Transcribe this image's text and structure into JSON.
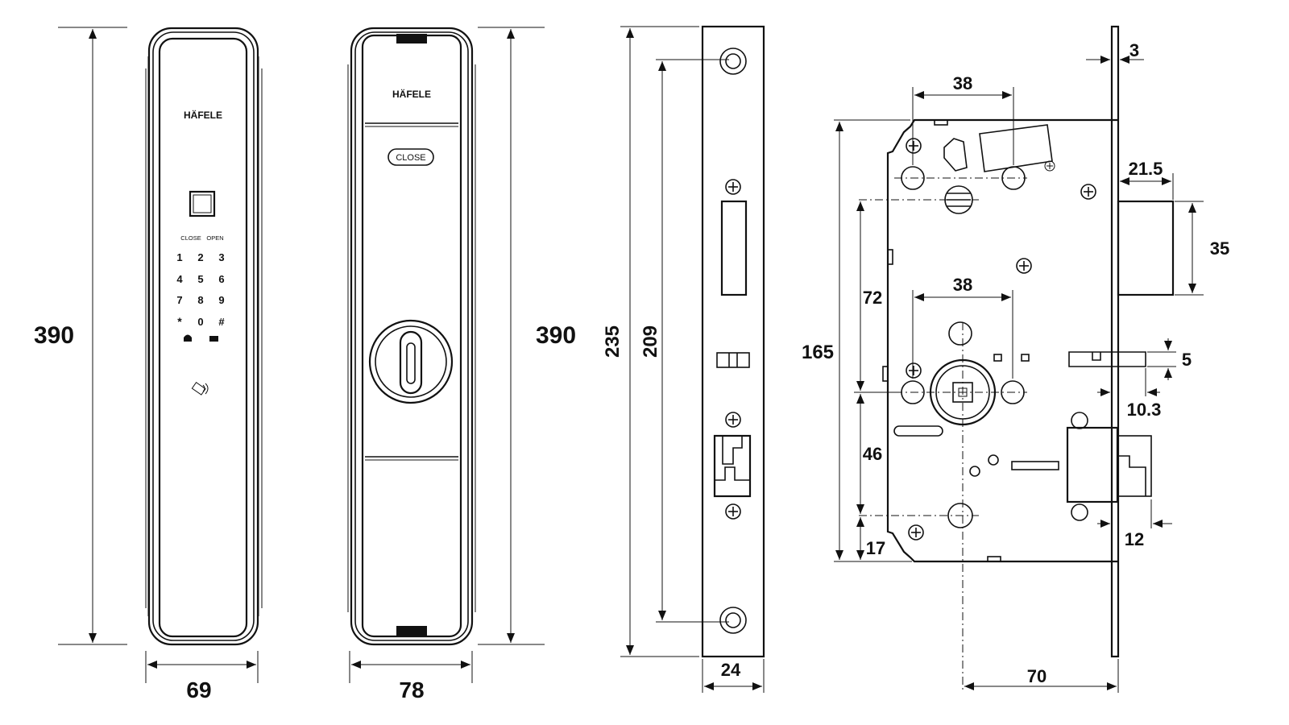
{
  "views": {
    "front": {
      "brand": "HÄFELE",
      "mode_labels": [
        "CLOSE",
        "OPEN"
      ],
      "keys": [
        "1",
        "2",
        "3",
        "4",
        "5",
        "6",
        "7",
        "8",
        "9",
        "*",
        "0",
        "#"
      ],
      "height": "390",
      "width": "69"
    },
    "back": {
      "brand": "HÄFELE",
      "button": "CLOSE",
      "height": "390",
      "width": "78"
    },
    "faceplate": {
      "length": "235",
      "hole_spacing": "209",
      "width": "24"
    },
    "mortise": {
      "dims": {
        "plate_thickness": "3",
        "top_spacing": "38",
        "bolt_projection": "21.5",
        "bolt_height": "35",
        "upper_spacing": "72",
        "mid_spacing": "38",
        "latch_slot": "5",
        "latch_offset": "10.3",
        "body_height": "165",
        "lower_spacing": "46",
        "latch_projection": "12",
        "bottom_offset": "17",
        "backset": "70"
      }
    }
  }
}
